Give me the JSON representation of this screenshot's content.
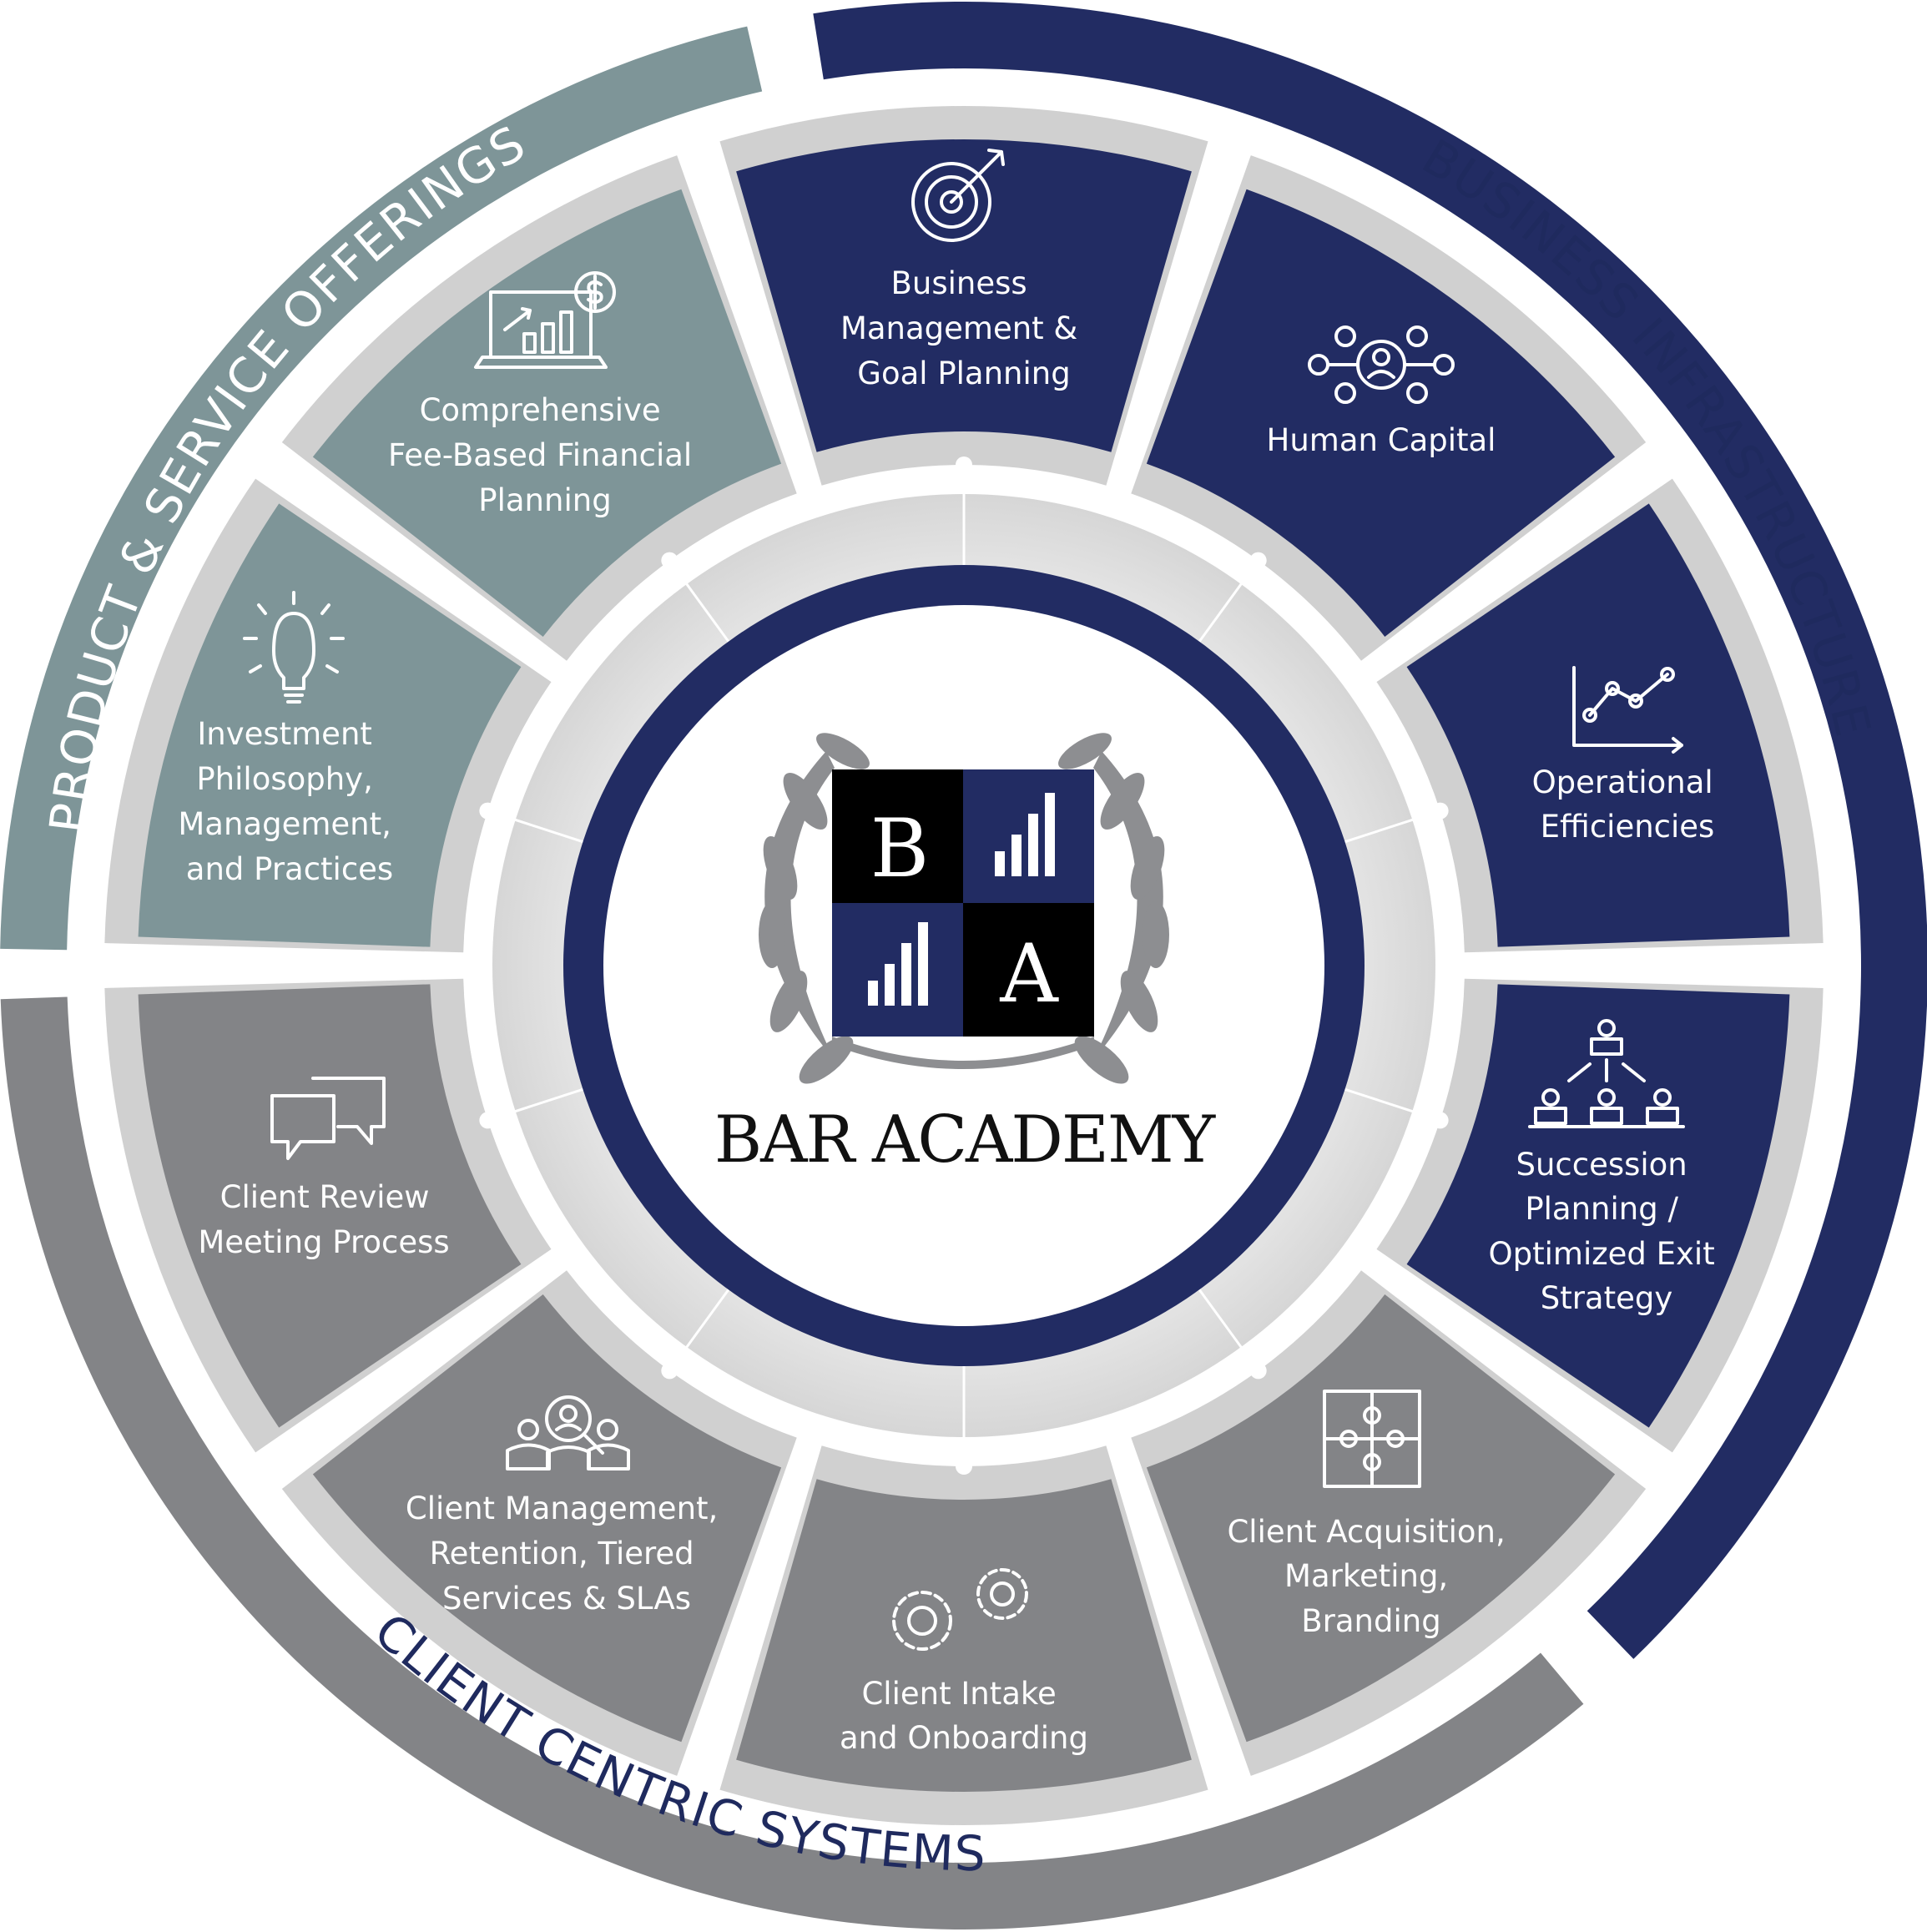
{
  "rings": {
    "product": "PRODUCT & SERVICE OFFERINGS",
    "business": "BUSINESS INFRASTRUCTURE",
    "client": "CLIENT CENTRIC SYSTEMS"
  },
  "brand": {
    "name": "BAR ACADEMY",
    "letter_top": "B",
    "letter_bottom": "A"
  },
  "segments": {
    "business_management": [
      "Business",
      "Management &",
      "Goal Planning"
    ],
    "human_capital": [
      "Human Capital"
    ],
    "operational": [
      "Operational",
      "Efficiencies"
    ],
    "succession": [
      "Succession",
      "Planning /",
      "Optimized Exit",
      "Strategy"
    ],
    "acquisition": [
      "Client Acquisition,",
      "Marketing,",
      "Branding"
    ],
    "intake": [
      "Client Intake",
      "and Onboarding"
    ],
    "management_retention": [
      "Client Management,",
      "Retention, Tiered",
      "Services & SLAs"
    ],
    "review": [
      "Client Review",
      "Meeting Process"
    ],
    "investment": [
      "Investment",
      "Philosophy,",
      "Management,",
      "and Practices"
    ],
    "financial_planning": [
      "Comprehensive",
      "Fee-Based Financial",
      "Planning"
    ]
  },
  "icons": {
    "business_management": "target-icon",
    "human_capital": "network-icon",
    "operational": "line-chart-icon",
    "succession": "org-chart-icon",
    "acquisition": "puzzle-icon",
    "intake": "gears-icon",
    "management_retention": "team-search-icon",
    "review": "chat-bubbles-icon",
    "investment": "lightbulb-icon",
    "financial_planning": "laptop-dollar-icon"
  },
  "colors": {
    "navy": "#222c63",
    "teal": "#7e9598",
    "gray": "#838487",
    "light_gray": "#dcdcdc",
    "white": "#ffffff"
  }
}
